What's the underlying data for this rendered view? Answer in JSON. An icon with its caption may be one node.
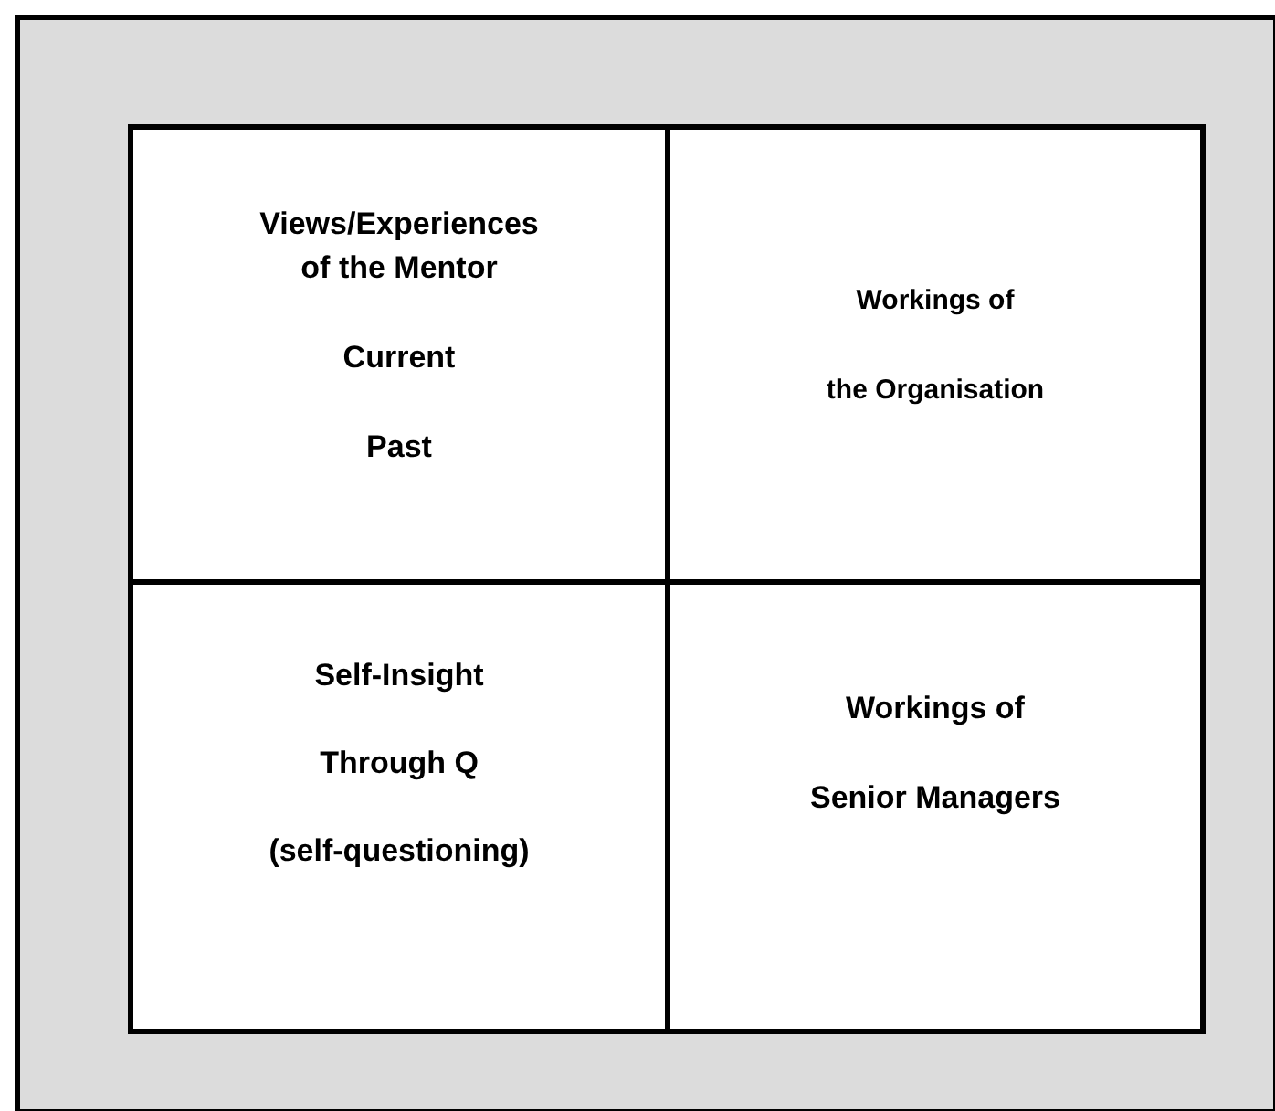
{
  "diagram": {
    "nodes": [
      {
        "text": [],
        "shape": "box"
      },
      {
        "text": [
          "Views/Experiences of the Mentor",
          "Current",
          "Past"
        ],
        "in": 0
      },
      {
        "text": [
          "Workings of",
          "the Organisation"
        ],
        "in": 0
      },
      {
        "text": [
          "Self-Insight",
          "Through Q",
          "(self-questioning)"
        ],
        "in": 0
      },
      {
        "text": [
          "Workings of",
          "Senior Managers"
        ],
        "in": 0
      }
    ]
  }
}
